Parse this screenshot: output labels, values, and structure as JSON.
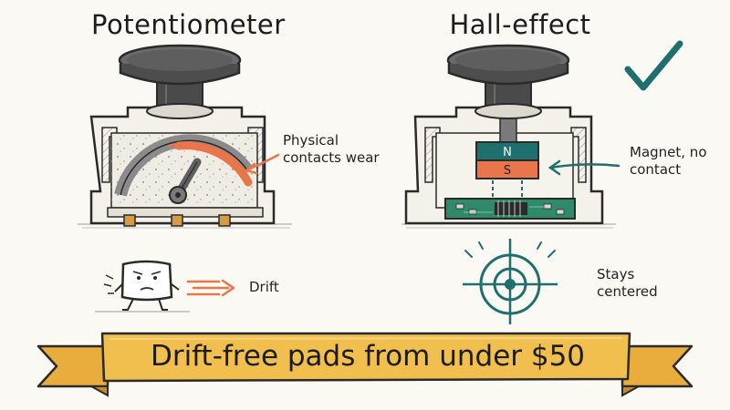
{
  "left_panel": {
    "title": "Potentiometer",
    "callout": "Physical contacts wear",
    "drift_label": "Drift"
  },
  "right_panel": {
    "title": "Hall-effect",
    "callout": "Magnet, no contact",
    "magnet_north": "N",
    "magnet_south": "S",
    "center_label": "Stays centered"
  },
  "banner": {
    "text": "Drift-free pads from under $50"
  },
  "colors": {
    "ink": "#2a2a2a",
    "accent_orange": "#e9764a",
    "accent_teal": "#1f6f6e",
    "banner_yellow": "#f1bf4e",
    "pcb_green": "#2f8a6a",
    "cap_gray": "#5a5a5a"
  },
  "icons": [
    "potentiometer-joystick",
    "hall-effect-joystick",
    "checkmark-icon",
    "sad-block-character",
    "drift-arrow-icon",
    "target-crosshair-icon"
  ]
}
